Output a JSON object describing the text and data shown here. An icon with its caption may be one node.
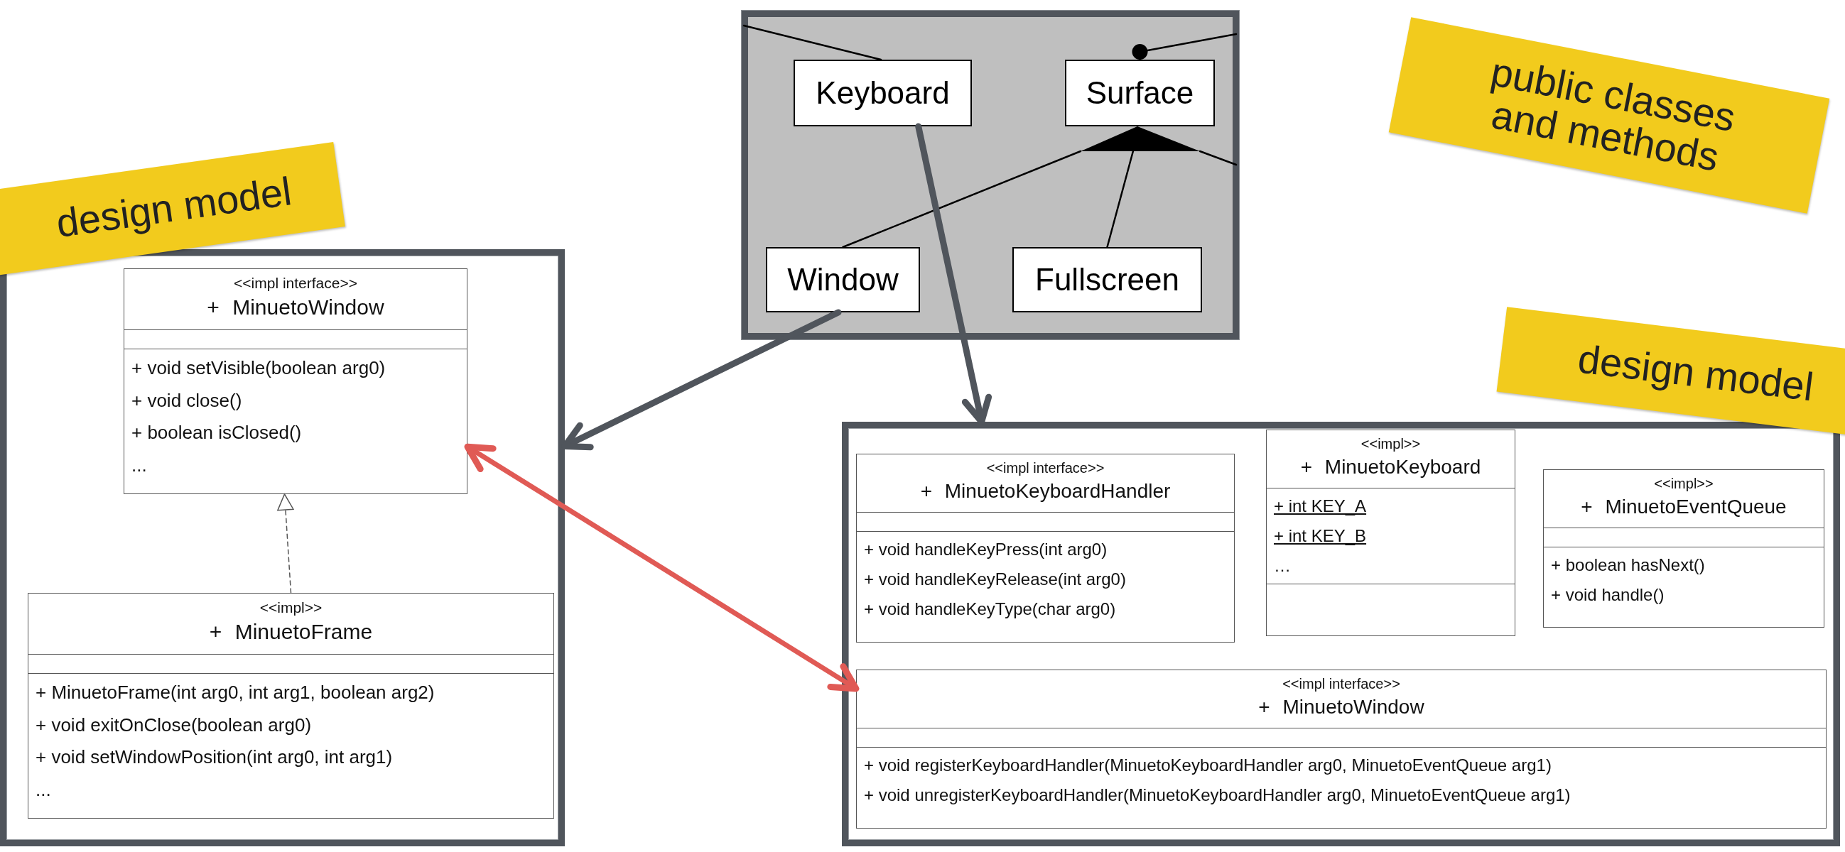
{
  "diagram": {
    "nodes": [
      {
        "text": [],
        "shape": "box"
      },
      {
        "text": [
          "Keyboard"
        ],
        "in": 0
      },
      {
        "text": [
          "Surface"
        ],
        "in": 0
      },
      {
        "text": [
          "Window"
        ],
        "in": 0
      },
      {
        "text": [
          "Fullscreen"
        ],
        "in": 0
      },
      {
        "text": [
          "public classes and methods"
        ]
      },
      {
        "text": [
          "design model"
        ]
      },
      {
        "text": [],
        "shape": "box"
      },
      {
        "text": [
          "<<impl interface>>",
          "+ MinuetoWindow",
          "+ void setVisible(boolean arg0)",
          "+ void close()",
          "+ boolean isClosed()",
          "..."
        ],
        "in": 7
      },
      {
        "text": [
          "<<impl>>",
          "+ MinuetoFrame",
          "+ MinuetoFrame(int arg0, int arg1, boolean arg2)",
          "+ void exitOnClose(boolean arg0)",
          "+ void setWindowPosition(int arg0, int arg1)",
          "..."
        ],
        "in": 7
      },
      {
        "text": [
          "design model"
        ]
      },
      {
        "text": [],
        "shape": "box"
      },
      {
        "text": [
          "<<impl interface>>",
          "+ MinuetoKeyboardHandler",
          "+ void handleKeyPress(int arg0)",
          "+ void handleKeyRelease(int arg0)",
          "+ void handleKeyType(char arg0)"
        ],
        "in": 11
      },
      {
        "text": [
          "<<impl>>",
          "+ MinuetoKeyboard",
          "+ int KEY_A",
          "+ int KEY_B",
          "…"
        ],
        "in": 11
      },
      {
        "text": [
          "<<impl>>",
          "+ MinuetoEventQueue",
          "+ boolean hasNext()",
          "+ void handle()"
        ],
        "in": 11
      },
      {
        "text": [
          "<<impl interface>>",
          "+ MinuetoWindow",
          "+ void registerKeyboardHandler(MinuetoKeyboardHandler arg0, MinuetoEventQueue arg1)",
          "+ void unregisterKeyboardHandler(MinuetoKeyboardHandler arg0, MinuetoEventQueue arg1)"
        ],
        "in": 11
      },
      {
        "text": [],
        "shape": "triangle",
        "in": 0
      }
    ],
    "edges": [
      {
        "from": 1,
        "to": null,
        "arrow": "none"
      },
      {
        "from": 2,
        "to": null,
        "arrow": "other"
      },
      {
        "from": 16,
        "to": 3,
        "arrow": "none"
      },
      {
        "from": 16,
        "to": 4,
        "arrow": "none"
      },
      {
        "from": 16,
        "to": null,
        "arrow": "none"
      },
      {
        "from": 3,
        "to": 7,
        "arrow": "to",
        "style": "thick",
        "color": "#50555c"
      },
      {
        "from": 1,
        "to": 11,
        "arrow": "to",
        "style": "thick",
        "color": "#50555c"
      },
      {
        "from": 8,
        "to": 15,
        "arrow": "both",
        "style": "thick",
        "color": "#e05a55"
      },
      {
        "from": 9,
        "to": 8,
        "arrow": "to",
        "style": "dashed",
        "color": "#555555"
      }
    ]
  }
}
